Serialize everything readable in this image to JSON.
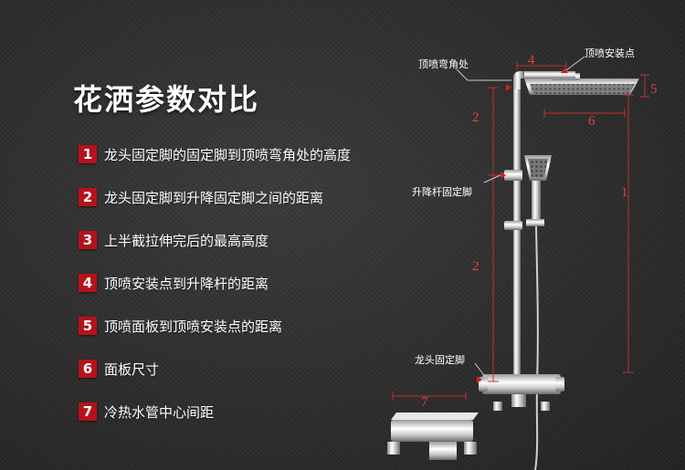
{
  "title": "花洒参数对比",
  "items": [
    {
      "num": "1",
      "text": "龙头固定脚的固定脚到顶喷弯角处的高度"
    },
    {
      "num": "2",
      "text": "龙头固定脚到升降固定脚之间的距离"
    },
    {
      "num": "3",
      "text": "上半截拉伸完后的最高高度"
    },
    {
      "num": "4",
      "text": "顶喷安装点到升降杆的距离"
    },
    {
      "num": "5",
      "text": "顶喷面板到顶喷安装点的距离"
    },
    {
      "num": "6",
      "text": "面板尺寸"
    },
    {
      "num": "7",
      "text": "冷热水管中心间距"
    }
  ],
  "diagram": {
    "labels": {
      "top_bend": "顶喷弯角处",
      "top_mount": "顶喷安装点",
      "lift_mount": "升降杆固定脚",
      "faucet_mount": "龙头固定脚"
    },
    "dimensions": {
      "d1": "1",
      "d2_upper": "2",
      "d2_lower": "2",
      "d4": "4",
      "d5": "5",
      "d6": "6",
      "d7": "7"
    }
  },
  "colors": {
    "badge": "#b5121b",
    "dimension_text": "#dd4444",
    "dimension_line": "#c03030"
  }
}
